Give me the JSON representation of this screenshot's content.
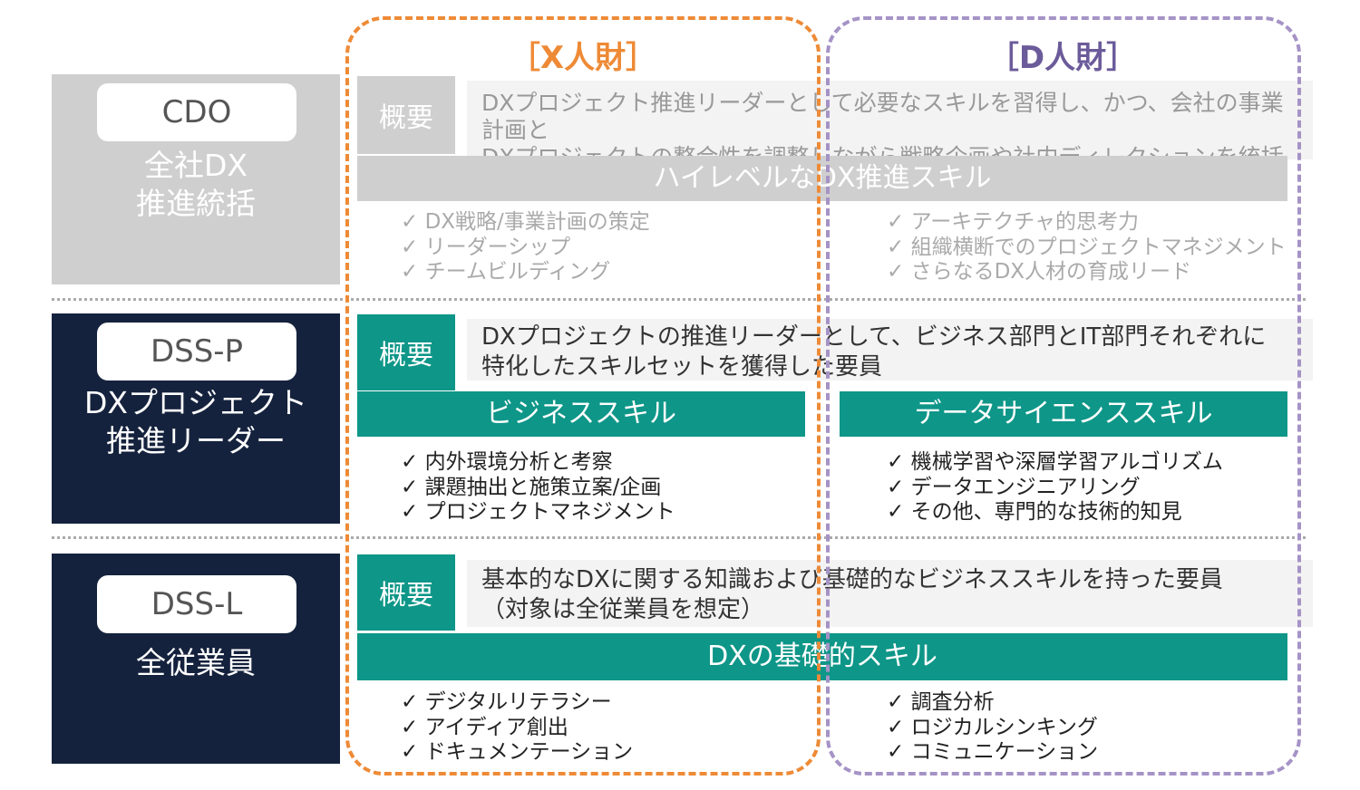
{
  "columns": {
    "x_title": "［X人財］",
    "d_title": "［D人財］",
    "x_color": "#ee8a36",
    "d_color": "#a593c6"
  },
  "tiers": [
    {
      "tag": "CDO",
      "desc": "全社DX\n推進統括",
      "gaiyo_label": "概要",
      "summary": "DXプロジェクト推進リーダーとして必要なスキルを習得し、かつ、会社の事業計画と\nDXプロジェクトの整合性を調整しながら戦略企画や社内ディレクションを統括",
      "skill": "ハイレベルなDX推進スキル",
      "left_checks": [
        "DX戦略/事業計画の策定",
        "リーダーシップ",
        "チームビルディング"
      ],
      "right_checks": [
        "アーキテクチャ的思考力",
        "組織横断でのプロジェクトマネジメント",
        "さらなるDX人材の育成リード"
      ]
    },
    {
      "tag": "DSS-P",
      "desc": "DXプロジェクト\n推進リーダー",
      "gaiyo_label": "概要",
      "summary": "DXプロジェクトの推進リーダーとして、ビジネス部門とIT部門それぞれに\n特化したスキルセットを獲得した要員",
      "skill_left": "ビジネススキル",
      "skill_right": "データサイエンススキル",
      "left_checks": [
        "内外環境分析と考察",
        "課題抽出と施策立案/企画",
        "プロジェクトマネジメント"
      ],
      "right_checks": [
        "機械学習や深層学習アルゴリズム",
        "データエンジニアリング",
        "その他、専門的な技術的知見"
      ]
    },
    {
      "tag": "DSS-L",
      "desc": "全従業員",
      "gaiyo_label": "概要",
      "summary": "基本的なDXに関する知識および基礎的なビジネススキルを持った要員\n（対象は全従業員を想定）",
      "skill": "DXの基礎的スキル",
      "left_checks": [
        "デジタルリテラシー",
        "アイディア創出",
        "ドキュメンテーション"
      ],
      "right_checks": [
        "調査分析",
        "ロジカルシンキング",
        "コミュニケーション"
      ]
    }
  ],
  "check_mark": "✓",
  "colors": {
    "navy": "#15223d",
    "teal": "#0e9688",
    "gray": "#cfcfcf",
    "light_gray": "#f3f3f3"
  }
}
